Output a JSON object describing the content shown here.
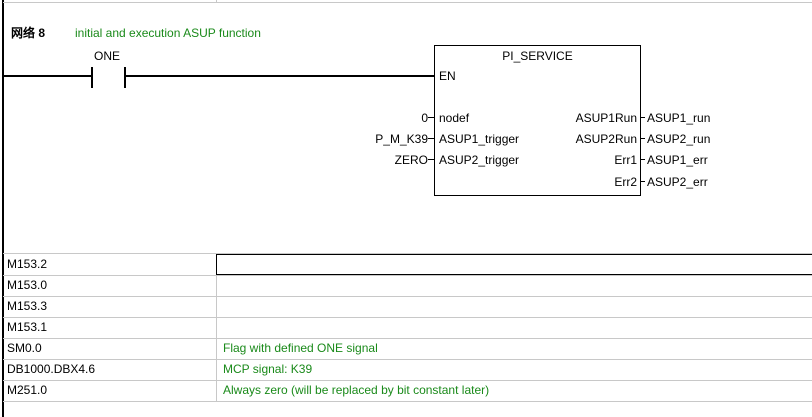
{
  "network": {
    "label": "网络 8",
    "comment": "initial and execution ASUP function"
  },
  "contact": {
    "label": "ONE"
  },
  "block": {
    "title": "PI_SERVICE",
    "en": "EN",
    "inputs": [
      {
        "pin": "nodef",
        "value": "0"
      },
      {
        "pin": "ASUP1_trigger",
        "value": "P_M_K39"
      },
      {
        "pin": "ASUP2_trigger",
        "value": "ZERO"
      }
    ],
    "outputs": [
      {
        "pin": "ASUP1Run",
        "value": "ASUP1_run"
      },
      {
        "pin": "ASUP2Run",
        "value": "ASUP2_run"
      },
      {
        "pin": "Err1",
        "value": "ASUP1_err"
      },
      {
        "pin": "Err2",
        "value": "ASUP2_err"
      }
    ]
  },
  "symbols": [
    {
      "address": "M153.2",
      "comment": ""
    },
    {
      "address": "M153.0",
      "comment": ""
    },
    {
      "address": "M153.3",
      "comment": ""
    },
    {
      "address": "M153.1",
      "comment": ""
    },
    {
      "address": "SM0.0",
      "comment": "Flag with defined ONE signal"
    },
    {
      "address": "DB1000.DBX4.6",
      "comment": "MCP signal: K39"
    },
    {
      "address": "M251.0",
      "comment": "Always zero (will be replaced by bit constant later)"
    }
  ]
}
